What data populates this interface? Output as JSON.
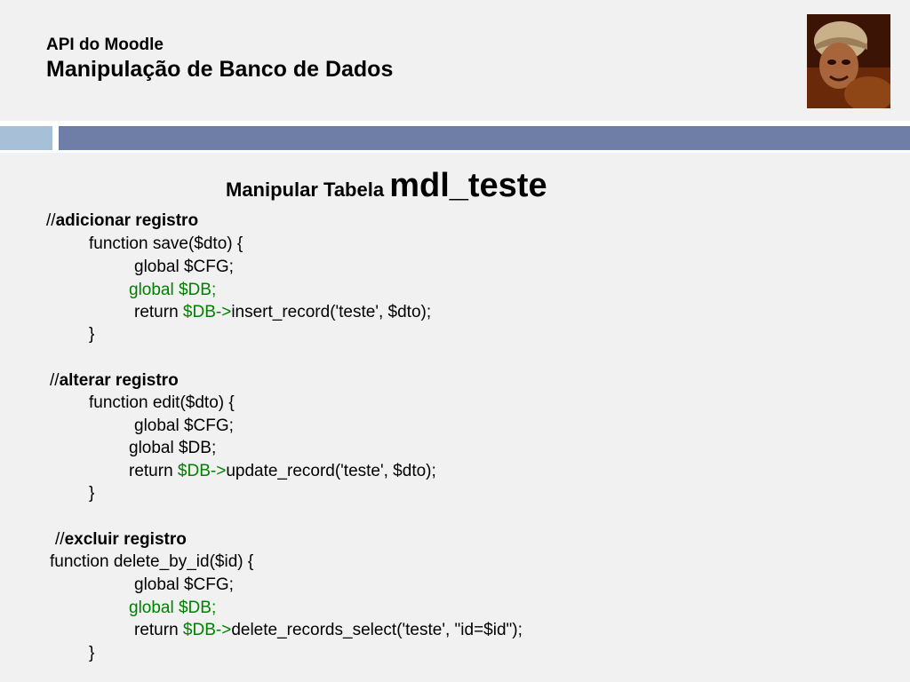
{
  "header": {
    "subtitle": "API do Moodle",
    "title": "Manipulação de Banco de Dados"
  },
  "colors": {
    "bar_light": "#a8bfd8",
    "bar_dark": "#6e7ea6",
    "code_highlight": "#008000"
  },
  "content": {
    "heading_prefix": "Manipular Tabela ",
    "heading_table": "mdl_teste",
    "add": {
      "comment_slashes": "//",
      "comment_text": "adicionar registro",
      "fn": "function save($dto) {",
      "global_cfg": "global $CFG;",
      "global_db": "global $DB;",
      "return_kw": "return ",
      "return_db": "$DB->",
      "return_call": "insert_record('teste', $dto);",
      "close": "}"
    },
    "edit": {
      "comment_slashes": "//",
      "comment_text": "alterar registro",
      "fn": "function edit($dto) {",
      "global_cfg": "global $CFG;",
      "global_db": "global $DB;",
      "return_kw": "return ",
      "return_db": "$DB->",
      "return_call": "update_record('teste', $dto);",
      "close": "}"
    },
    "delete": {
      "comment_slashes": "//",
      "comment_text": "excluir registro",
      "fn": "function delete_by_id($id) {",
      "global_cfg": "global $CFG;",
      "global_db": "global $DB;",
      "return_kw": "return ",
      "return_db": "$DB->",
      "return_call": "delete_records_select('teste', \"id=$id\");",
      "close": "}"
    }
  }
}
